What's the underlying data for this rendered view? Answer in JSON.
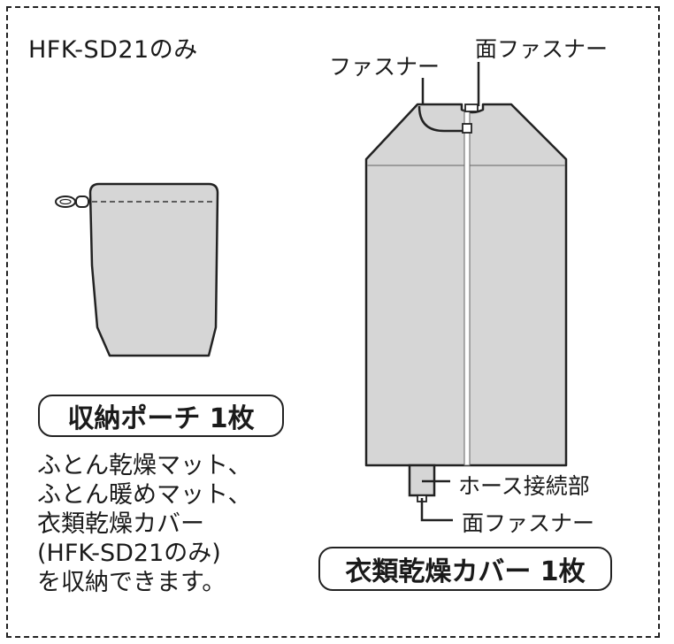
{
  "model_note": "HFK-SD21のみ",
  "pouch": {
    "title": "収納ポーチ 1枚",
    "description": [
      "ふとん乾燥マット、",
      "ふとん暖めマット、",
      "衣類乾燥カバー",
      "(HFK-SD21のみ)",
      "を収納できます。"
    ]
  },
  "cover": {
    "title": "衣類乾燥カバー 1枚",
    "callouts": {
      "zipper": "ファスナー",
      "hook_loop_top": "面ファスナー",
      "hose_connection": "ホース接続部",
      "hook_loop_bottom": "面ファスナー"
    }
  },
  "colors": {
    "fill": "#d6d6d6",
    "stroke": "#222222",
    "zipper": "#ffffff"
  }
}
